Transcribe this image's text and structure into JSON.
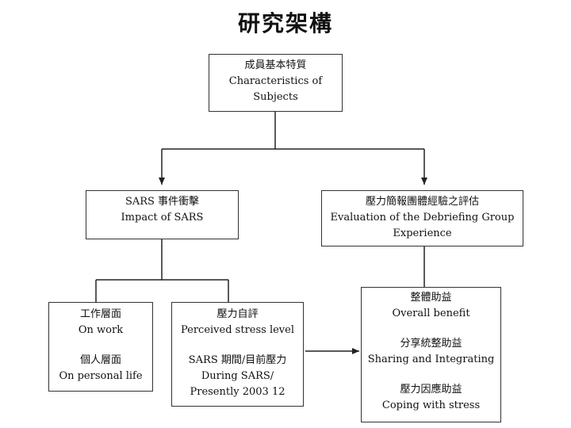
{
  "title": "研究架構",
  "boxes": {
    "characteristics": {
      "zh": "成員基本特質",
      "en1": "Characteristics of",
      "en2": "Subjects"
    },
    "impact": {
      "zh": "SARS 事件衝擊",
      "en": "Impact of SARS"
    },
    "evaluation": {
      "zh": "壓力簡報團體經驗之評估",
      "en1": "Evaluation of the Debriefing Group",
      "en2": "Experience"
    },
    "work_personal": {
      "zh1": "工作層面",
      "en1": "On work",
      "zh2": "個人層面",
      "en2": "On personal life"
    },
    "stress": {
      "zh1": "壓力自評",
      "en1": "Perceived stress level",
      "zh2": "SARS 期間/目前壓力",
      "en2a": "During SARS/",
      "en2b": "Presently 2003 12"
    },
    "benefit": {
      "zh1": "整體助益",
      "en1": "Overall benefit",
      "zh2": "分享統整助益",
      "en2": "Sharing and Integrating",
      "zh3": "壓力因應助益",
      "en3": "Coping with stress"
    }
  }
}
